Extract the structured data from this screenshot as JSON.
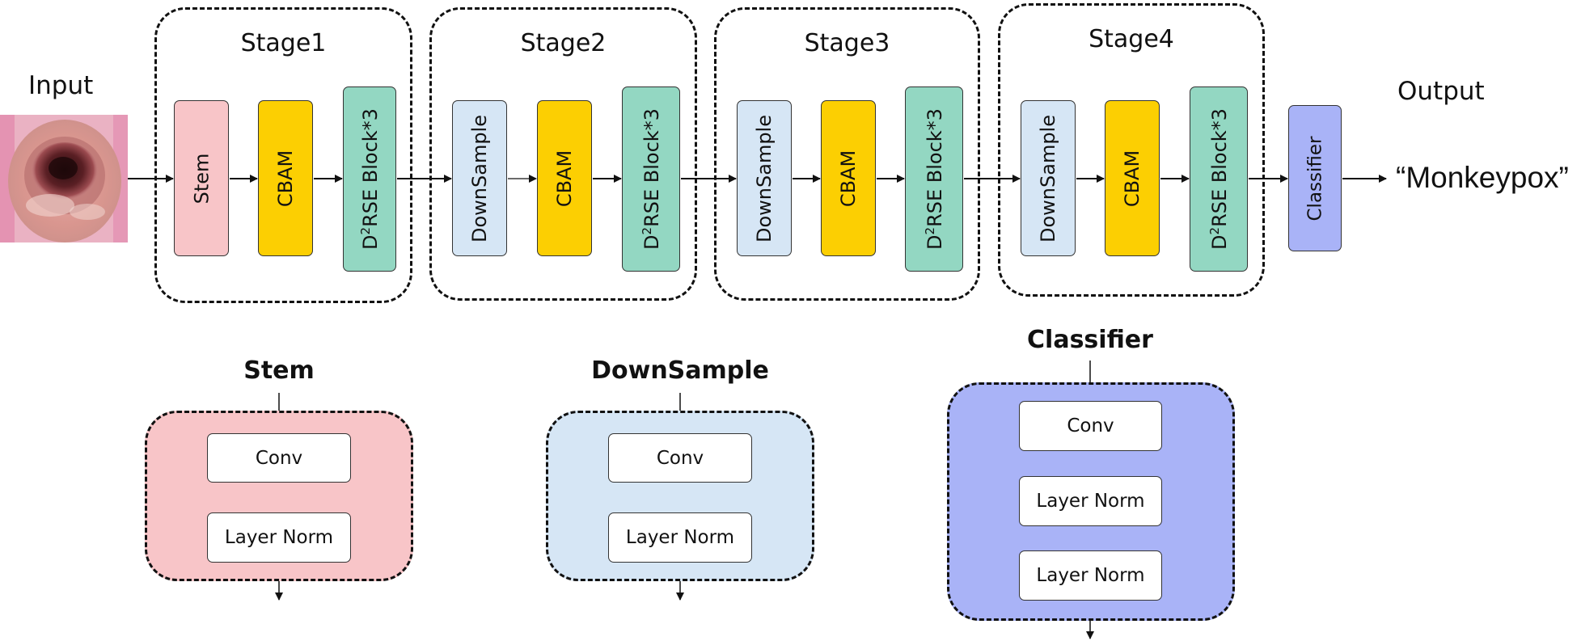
{
  "input_label": "Input",
  "output_label": "Output",
  "output_text": "“Monkeypox”",
  "stages": [
    {
      "title": "Stage1",
      "blocks": [
        {
          "label": "Stem",
          "color": "#f8c5c8"
        },
        {
          "label": "CBAM",
          "color": "#fccf02"
        },
        {
          "label_main": "D",
          "label_sup": "2",
          "label_rest": "RSE Block*3",
          "color": "#93d7c2"
        }
      ]
    },
    {
      "title": "Stage2",
      "blocks": [
        {
          "label": "DownSample",
          "color": "#d6e6f5"
        },
        {
          "label": "CBAM",
          "color": "#fccf02"
        },
        {
          "label_main": "D",
          "label_sup": "2",
          "label_rest": "RSE Block*3",
          "color": "#93d7c2"
        }
      ]
    },
    {
      "title": "Stage3",
      "blocks": [
        {
          "label": "DownSample",
          "color": "#d6e6f5"
        },
        {
          "label": "CBAM",
          "color": "#fccf02"
        },
        {
          "label_main": "D",
          "label_sup": "2",
          "label_rest": "RSE Block*3",
          "color": "#93d7c2"
        }
      ]
    },
    {
      "title": "Stage4",
      "blocks": [
        {
          "label": "DownSample",
          "color": "#d6e6f5"
        },
        {
          "label": "CBAM",
          "color": "#fccf02"
        },
        {
          "label_main": "D",
          "label_sup": "2",
          "label_rest": "RSE Block*3",
          "color": "#93d7c2"
        }
      ]
    }
  ],
  "classifier_block": {
    "label": "Classifier",
    "color": "#a9b3f7"
  },
  "details": {
    "stem": {
      "title": "Stem",
      "items": [
        "Conv",
        "Layer Norm"
      ],
      "color": "#f8c5c8"
    },
    "downsample": {
      "title": "DownSample",
      "items": [
        "Conv",
        "Layer Norm"
      ],
      "color": "#d6e6f5"
    },
    "classifier": {
      "title": "Classifier",
      "items": [
        "Conv",
        "Layer Norm",
        "Layer Norm"
      ],
      "color": "#a9b3f7"
    }
  }
}
